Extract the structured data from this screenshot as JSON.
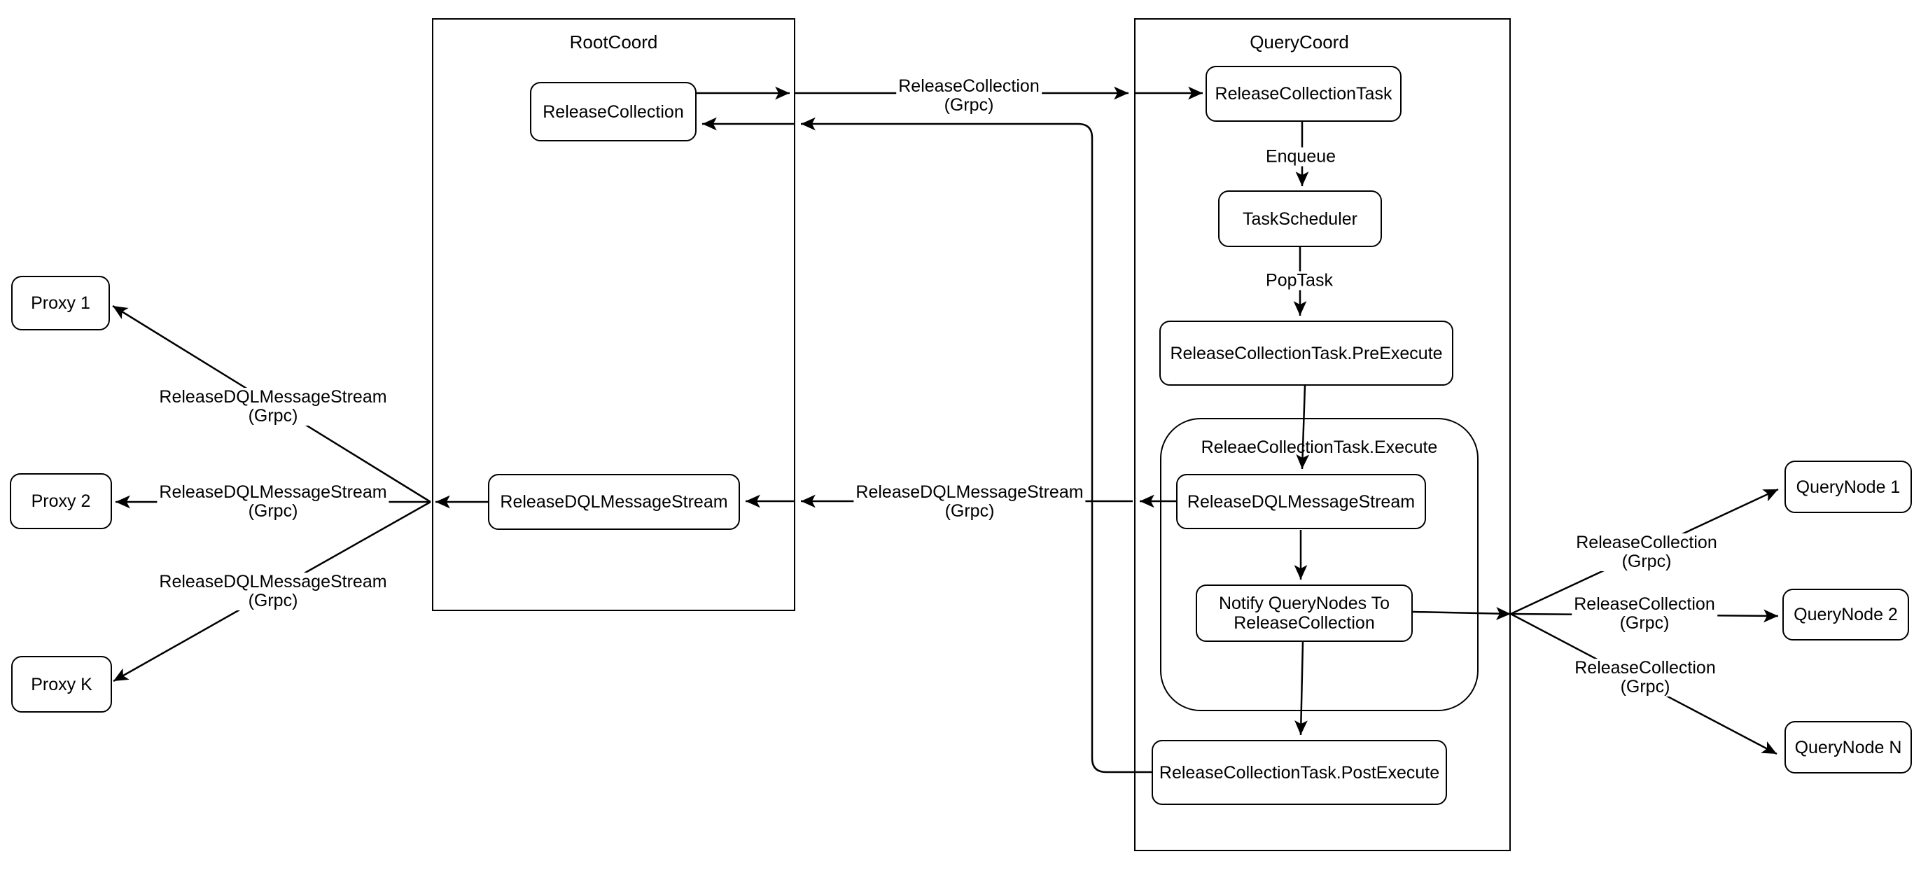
{
  "colors": {
    "stroke": "#000000",
    "background": "#ffffff"
  },
  "containers": {
    "rootcoord": {
      "title": "RootCoord"
    },
    "querycoord": {
      "title": "QueryCoord"
    },
    "execute_group": {
      "title": "ReleaeCollectionTask.Execute"
    }
  },
  "nodes": {
    "proxy1": {
      "label": "Proxy 1"
    },
    "proxy2": {
      "label": "Proxy 2"
    },
    "proxyk": {
      "label": "Proxy K"
    },
    "release_collection": {
      "label": "ReleaseCollection"
    },
    "root_dql_stream": {
      "label": "ReleaseDQLMessageStream"
    },
    "release_collection_task": {
      "label": "ReleaseCollectionTask"
    },
    "task_scheduler": {
      "label": "TaskScheduler"
    },
    "pre_execute": {
      "label": "ReleaseCollectionTask.PreExecute"
    },
    "inner_dql_stream": {
      "label": "ReleaseDQLMessageStream"
    },
    "notify": {
      "line1": "Notify QueryNodes To",
      "line2": "ReleaseCollection"
    },
    "post_execute": {
      "label": "ReleaseCollectionTask.PostExecute"
    },
    "querynode1": {
      "label": "QueryNode 1"
    },
    "querynode2": {
      "label": "QueryNode 2"
    },
    "querynoden": {
      "label": "QueryNode N"
    }
  },
  "edge_labels": {
    "enqueue": "Enqueue",
    "pop_task": "PopTask",
    "release_collection_grpc": {
      "line1": "ReleaseCollection",
      "line2": "(Grpc)"
    },
    "release_dql_grpc": {
      "line1": "ReleaseDQLMessageStream",
      "line2": "(Grpc)"
    }
  }
}
